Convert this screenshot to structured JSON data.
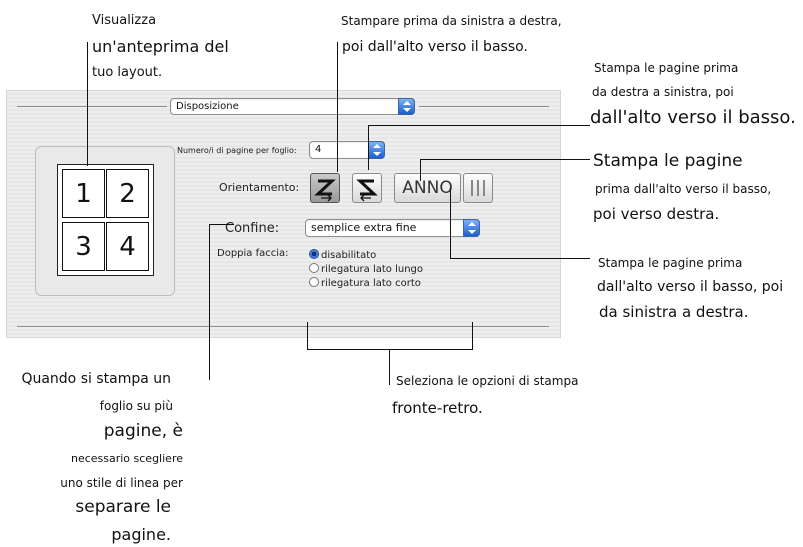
{
  "panel": {
    "popup_disposizione": "Disposizione",
    "pages_per_sheet_label": "Numero/i di pagine per foglio:",
    "pages_per_sheet_value": "4",
    "orientation_label": "Orientamento:",
    "anno_label": "ANNO",
    "border_label": "Confine:",
    "border_value": "semplice extra fine",
    "duplex_label": "Doppia faccia:",
    "duplex_options": [
      "disabilitato",
      "rilegatura lato lungo",
      "rilegatura lato corto"
    ],
    "duplex_selected": "disabilitato",
    "preview_numbers": [
      "1",
      "2",
      "3",
      "4"
    ]
  },
  "annotations": {
    "preview_1": "Visualizza",
    "preview_2": "un'anteprima del",
    "preview_3": "tuo layout.",
    "lr_1": "Stampare prima da sinistra a destra,",
    "lr_2": "poi dall'alto verso il basso.",
    "rl_1": "Stampa le pagine prima",
    "rl_2": "da destra a sinistra, poi",
    "rl_3": "dall'alto verso il basso.",
    "tb_1": "Stampa le pagine",
    "tb_2": "prima dall'alto verso il basso,",
    "tb_3": "poi verso destra.",
    "tbl_1": "Stampa le pagine prima",
    "tbl_2": "dall'alto verso il basso, poi",
    "tbl_3": "da sinistra a destra.",
    "duplex_1": "Seleziona le opzioni di stampa",
    "duplex_2": "fronte-retro.",
    "border_1": "Quando si stampa un",
    "border_2": "foglio su più",
    "border_3": "pagine, è",
    "border_4": "necessario scegliere",
    "border_5": "uno stile di linea per",
    "border_6": "separare le",
    "border_7": "pagine."
  }
}
